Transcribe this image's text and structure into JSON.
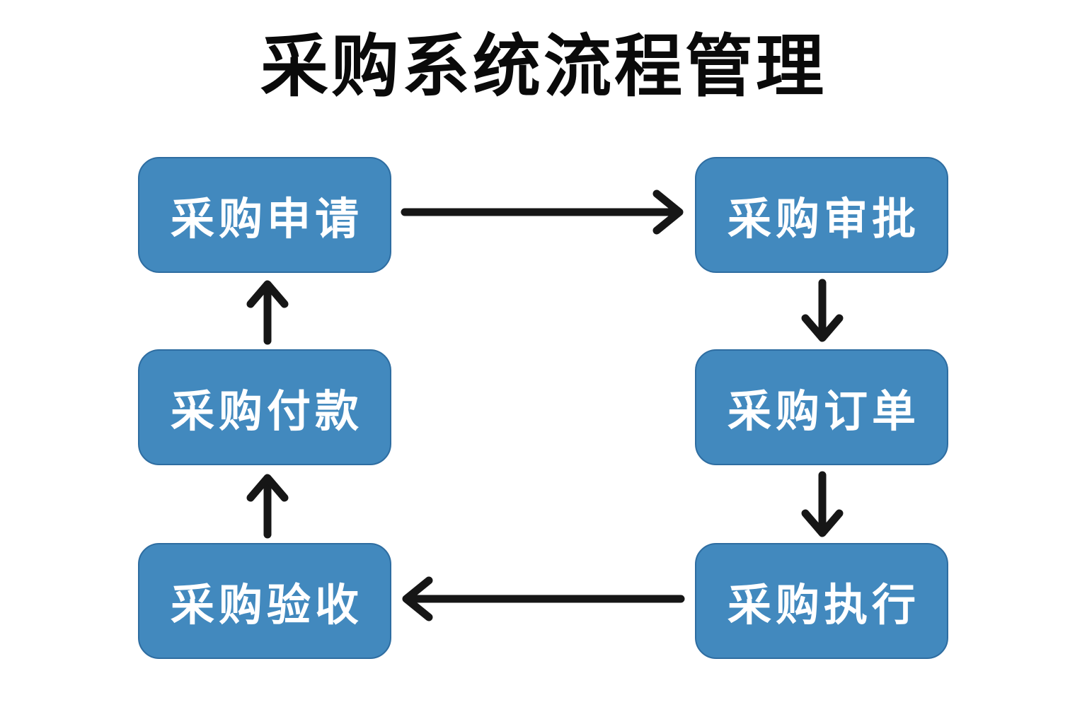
{
  "title": "采购系统流程管理",
  "flow": {
    "nodes": [
      {
        "id": "purchase-request",
        "label": "采购申请"
      },
      {
        "id": "purchase-approval",
        "label": "采购审批"
      },
      {
        "id": "purchase-order",
        "label": "采购订单"
      },
      {
        "id": "purchase-execution",
        "label": "采购执行"
      },
      {
        "id": "purchase-acceptance",
        "label": "采购验收"
      },
      {
        "id": "purchase-payment",
        "label": "采购付款"
      }
    ],
    "edges": [
      {
        "from": "采购申请",
        "to": "采购审批",
        "direction": "right"
      },
      {
        "from": "采购审批",
        "to": "采购订单",
        "direction": "down"
      },
      {
        "from": "采购订单",
        "to": "采购执行",
        "direction": "down"
      },
      {
        "from": "采购执行",
        "to": "采购验收",
        "direction": "left"
      },
      {
        "from": "采购验收",
        "to": "采购付款",
        "direction": "up"
      },
      {
        "from": "采购付款",
        "to": "采购申请",
        "direction": "up"
      }
    ],
    "colors": {
      "node_fill": "#4289be",
      "node_border": "#2e6da1",
      "node_text": "#ffffff",
      "arrow": "#161616",
      "title_text": "#0a0a0a",
      "background": "#ffffff"
    }
  }
}
